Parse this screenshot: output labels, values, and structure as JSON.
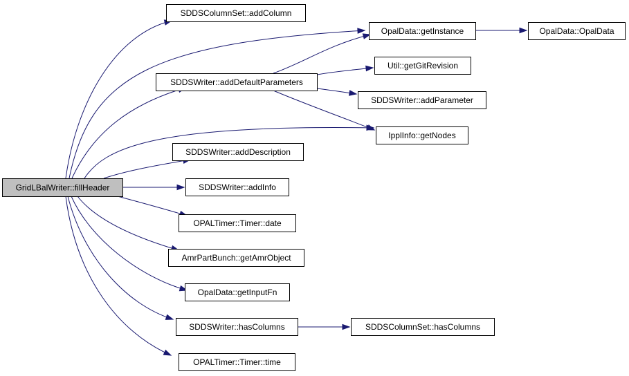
{
  "colors": {
    "edge": "#191970",
    "root_fill": "#bfbfbf",
    "node_fill": "#ffffff",
    "border": "#000000"
  },
  "nodes": [
    {
      "id": "root",
      "label": "GridLBalWriter::fillHeader",
      "root": true
    },
    {
      "id": "addColumn",
      "label": "SDDSColumnSet::addColumn"
    },
    {
      "id": "addDefaultParameters",
      "label": "SDDSWriter::addDefaultParameters"
    },
    {
      "id": "addDescription",
      "label": "SDDSWriter::addDescription"
    },
    {
      "id": "addInfo",
      "label": "SDDSWriter::addInfo"
    },
    {
      "id": "date",
      "label": "OPALTimer::Timer::date"
    },
    {
      "id": "getAmrObject",
      "label": "AmrPartBunch::getAmrObject"
    },
    {
      "id": "getInputFn",
      "label": "OpalData::getInputFn"
    },
    {
      "id": "hasColumnsW",
      "label": "SDDSWriter::hasColumns"
    },
    {
      "id": "time",
      "label": "OPALTimer::Timer::time"
    },
    {
      "id": "getInstance",
      "label": "OpalData::getInstance"
    },
    {
      "id": "getGitRevision",
      "label": "Util::getGitRevision"
    },
    {
      "id": "addParameter",
      "label": "SDDSWriter::addParameter"
    },
    {
      "id": "getNodes",
      "label": "IpplInfo::getNodes"
    },
    {
      "id": "hasColumnsS",
      "label": "SDDSColumnSet::hasColumns"
    },
    {
      "id": "opalData",
      "label": "OpalData::OpalData"
    }
  ],
  "edges": [
    {
      "from": "root",
      "to": "addColumn"
    },
    {
      "from": "root",
      "to": "getInstance"
    },
    {
      "from": "root",
      "to": "addDefaultParameters"
    },
    {
      "from": "root",
      "to": "getNodes"
    },
    {
      "from": "root",
      "to": "addDescription"
    },
    {
      "from": "root",
      "to": "addInfo"
    },
    {
      "from": "root",
      "to": "date"
    },
    {
      "from": "root",
      "to": "getAmrObject"
    },
    {
      "from": "root",
      "to": "getInputFn"
    },
    {
      "from": "root",
      "to": "hasColumnsW"
    },
    {
      "from": "root",
      "to": "time"
    },
    {
      "from": "addDefaultParameters",
      "to": "getInstance"
    },
    {
      "from": "addDefaultParameters",
      "to": "getGitRevision"
    },
    {
      "from": "addDefaultParameters",
      "to": "addParameter"
    },
    {
      "from": "addDefaultParameters",
      "to": "getNodes"
    },
    {
      "from": "getInstance",
      "to": "opalData"
    },
    {
      "from": "hasColumnsW",
      "to": "hasColumnsS"
    }
  ]
}
